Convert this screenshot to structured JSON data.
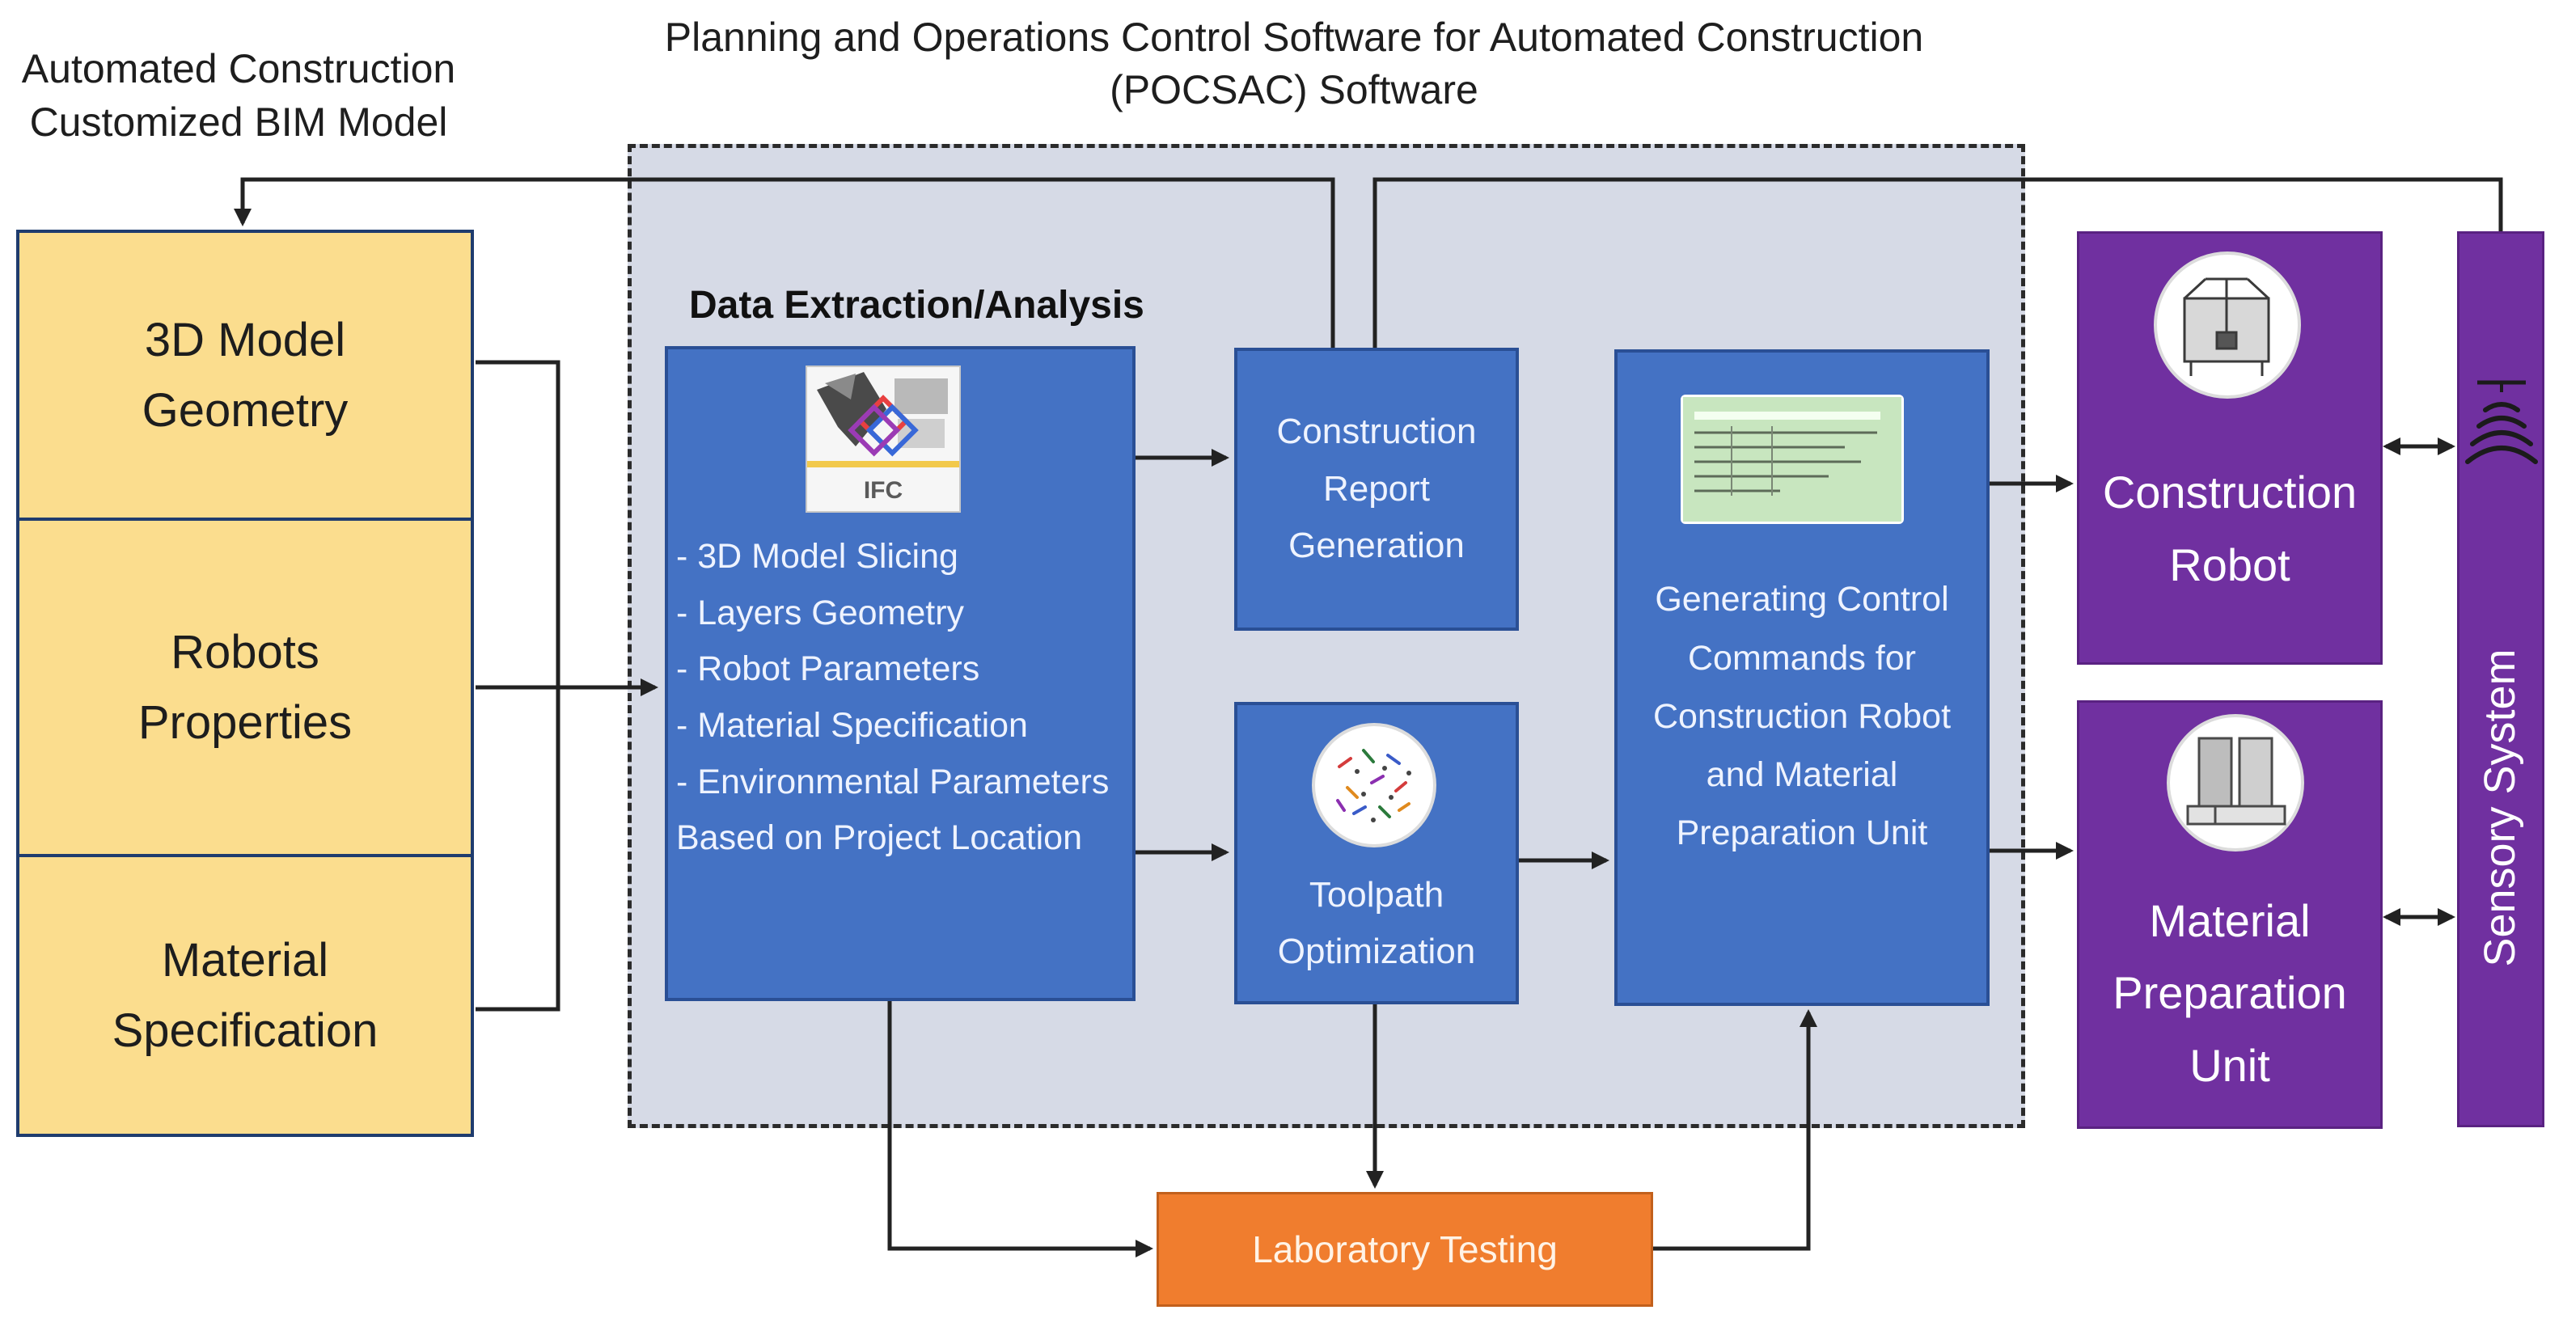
{
  "header": {
    "pocsac_title_line1": "Planning and Operations Control Software for Automated Construction",
    "pocsac_title_line2": "(POCSAC) Software",
    "bim_title_line1": "Automated Construction",
    "bim_title_line2": "Customized BIM Model"
  },
  "bim_model": {
    "items": [
      {
        "label": "3D Model\nGeometry"
      },
      {
        "label": "Robots\nProperties"
      },
      {
        "label": "Material\nSpecification"
      }
    ]
  },
  "data_extraction": {
    "heading": "Data Extraction/Analysis",
    "icon_label": "IFC",
    "items": [
      "- 3D Model Slicing",
      "- Layers Geometry",
      "- Robot Parameters",
      "- Material Specification",
      "- Environmental Parameters",
      "Based on Project Location"
    ]
  },
  "report": {
    "label": "Construction\nReport\nGeneration"
  },
  "toolpath": {
    "label": "Toolpath\nOptimization"
  },
  "control": {
    "label": "Generating Control\nCommands for\nConstruction Robot\nand Material\nPreparation Unit"
  },
  "lab": {
    "label": "Laboratory Testing"
  },
  "robot": {
    "label": "Construction\nRobot"
  },
  "mpu": {
    "label": "Material\nPreparation\nUnit"
  },
  "sensory": {
    "label": "Sensory System"
  },
  "colors": {
    "bim_fill": "#fbdd8e",
    "process_fill": "#4472c4",
    "device_fill": "#7030a0",
    "lab_fill": "#f07d2e",
    "software_panel": "#d6dae6"
  }
}
